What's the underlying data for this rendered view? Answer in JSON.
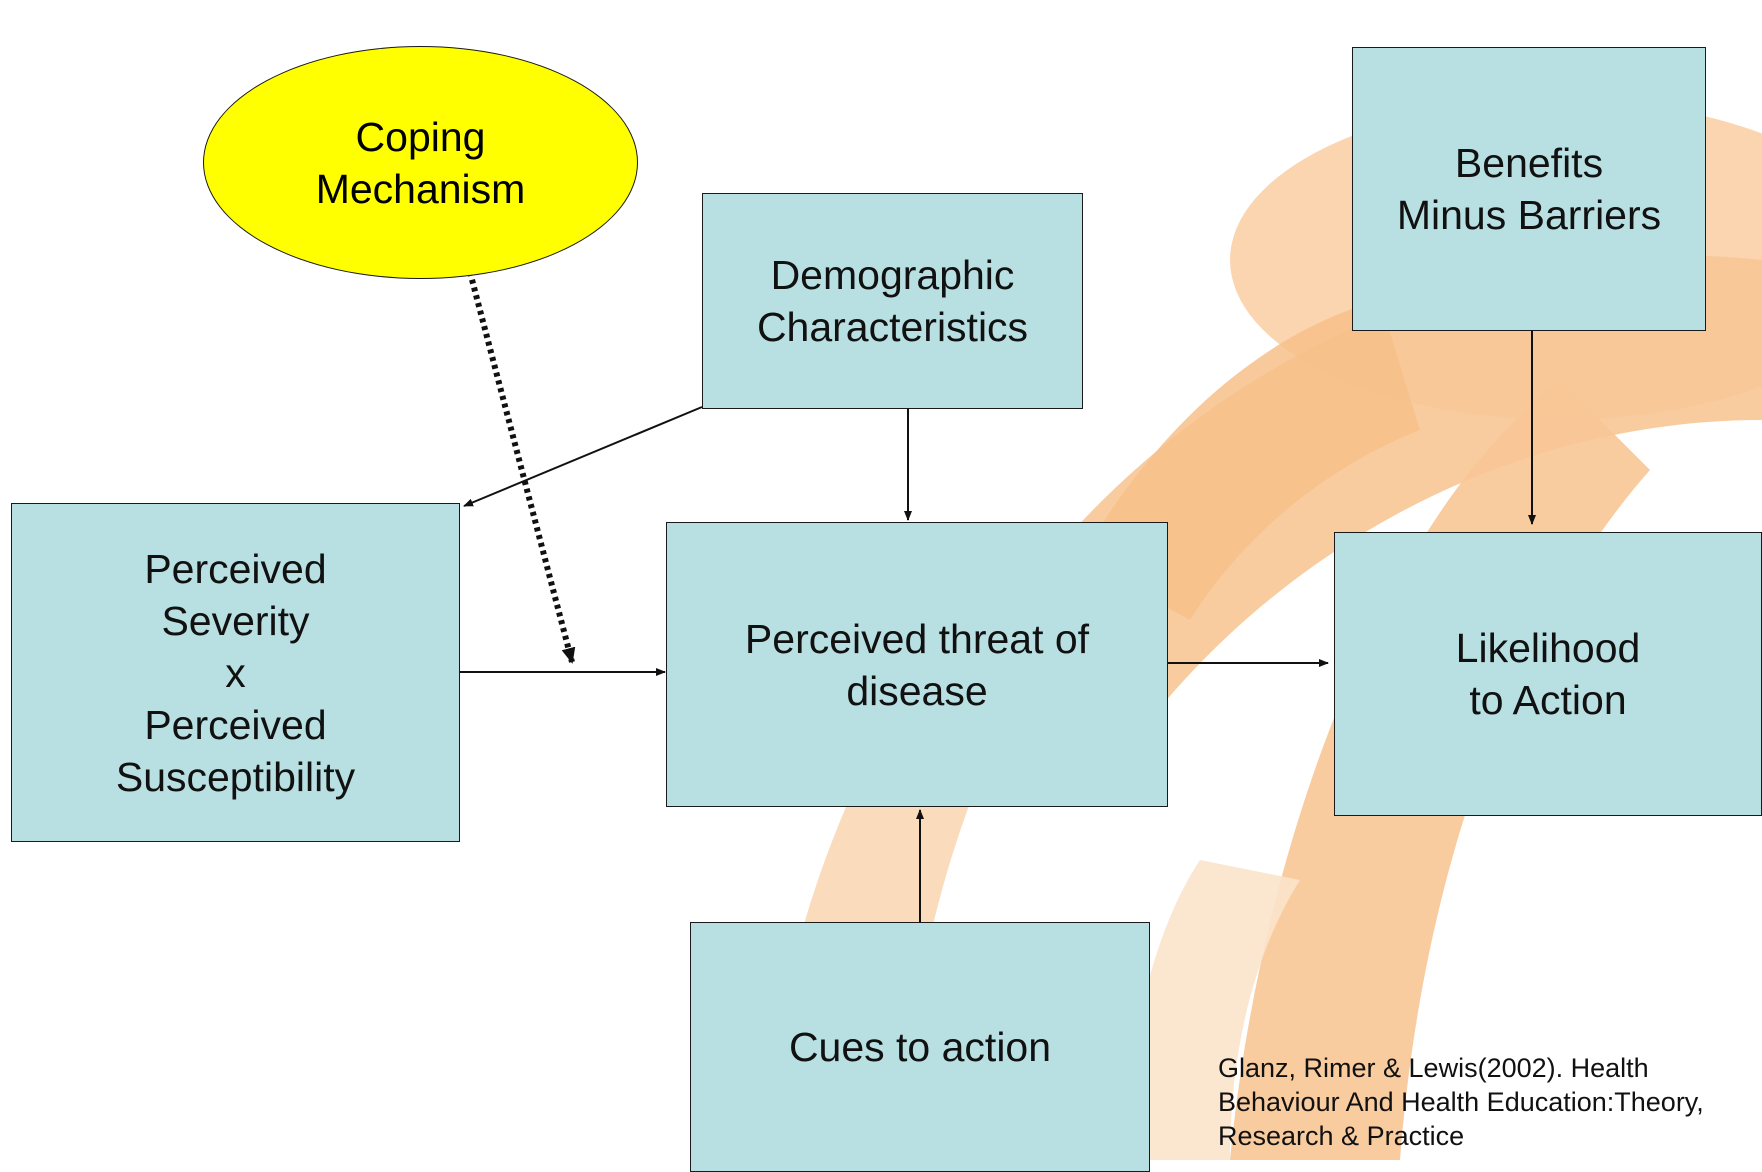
{
  "nodes": {
    "coping": "Coping\nMechanism",
    "demographic": "Demographic\nCharacteristics",
    "benefits": "Benefits\nMinus Barriers",
    "perceived_severity": "Perceived\nSeverity\nx\nPerceived\nSusceptibility",
    "perceived_threat": "Perceived threat of\ndisease",
    "likelihood": "Likelihood\nto Action",
    "cues": "Cues to action"
  },
  "citation": "Glanz, Rimer & Lewis(2002). Health\nBehaviour And Health Education:Theory,\nResearch & Practice",
  "colors": {
    "box_fill": "#b8dfe1",
    "ellipse_fill": "#ffff00",
    "background_decoration": "#f8c796"
  }
}
